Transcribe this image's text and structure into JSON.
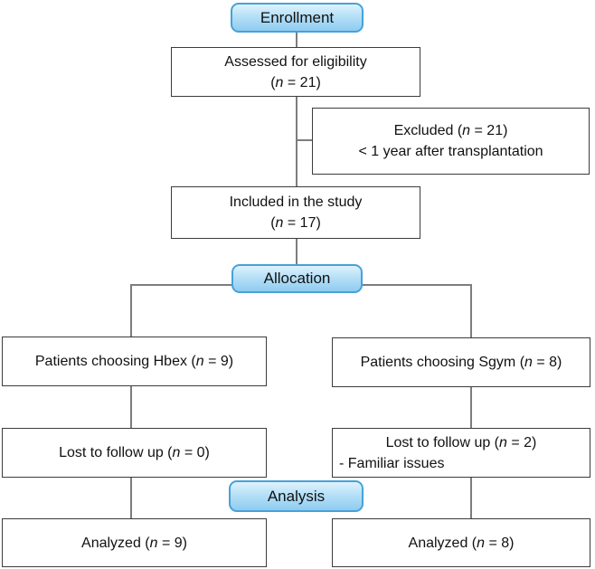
{
  "stages": {
    "enrollment": "Enrollment",
    "allocation": "Allocation",
    "analysis": "Analysis"
  },
  "nodes": {
    "assessed": {
      "line1": "Assessed for eligibility",
      "pre": "(",
      "nvar": "n",
      "post": " = 21)"
    },
    "excluded": {
      "pre": "Excluded (",
      "nvar": "n",
      "post": " = 21)",
      "line2": "< 1 year after transplantation"
    },
    "included": {
      "line1": "Included in the study",
      "pre": "(",
      "nvar": "n",
      "post": " = 17)"
    },
    "alloc_left": {
      "pre": "Patients choosing Hbex (",
      "nvar": "n",
      "post": " = 9)"
    },
    "alloc_right": {
      "pre": "Patients choosing Sgym (",
      "nvar": "n",
      "post": " = 8)"
    },
    "lost_left": {
      "pre": "Lost to follow up (",
      "nvar": "n",
      "post": " = 0)"
    },
    "lost_right": {
      "pre": "Lost to follow up (",
      "nvar": "n",
      "post": " = 2)",
      "line2": "- Familiar issues"
    },
    "analyzed_left": {
      "pre": "Analyzed (",
      "nvar": "n",
      "post": " = 9)"
    },
    "analyzed_right": {
      "pre": "Analyzed (",
      "nvar": "n",
      "post": " = 8)"
    }
  },
  "colors": {
    "stage_fill_top": "#dff2fd",
    "stage_fill_bottom": "#8fccf0",
    "stage_border": "#46a2d9",
    "box_border": "#3c3c3c",
    "connector": "#7d7d7d",
    "text": "#111111"
  }
}
